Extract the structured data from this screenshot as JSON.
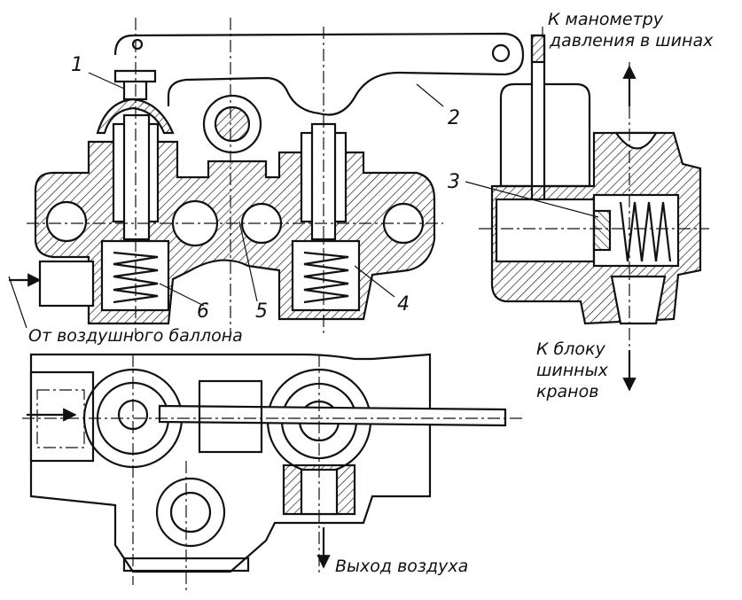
{
  "labels": {
    "n1": "1",
    "n2": "2",
    "n3": "3",
    "n4": "4",
    "n5": "5",
    "n6": "6"
  },
  "captions": {
    "gauge_line1": "К манометру",
    "gauge_line2": "давления в шинах",
    "air_tank": "От воздушного баллона",
    "tire_valves_line1": "К блоку",
    "tire_valves_line2": "шинных",
    "tire_valves_line3": "кранов",
    "air_outlet": "Выход воздуха"
  }
}
